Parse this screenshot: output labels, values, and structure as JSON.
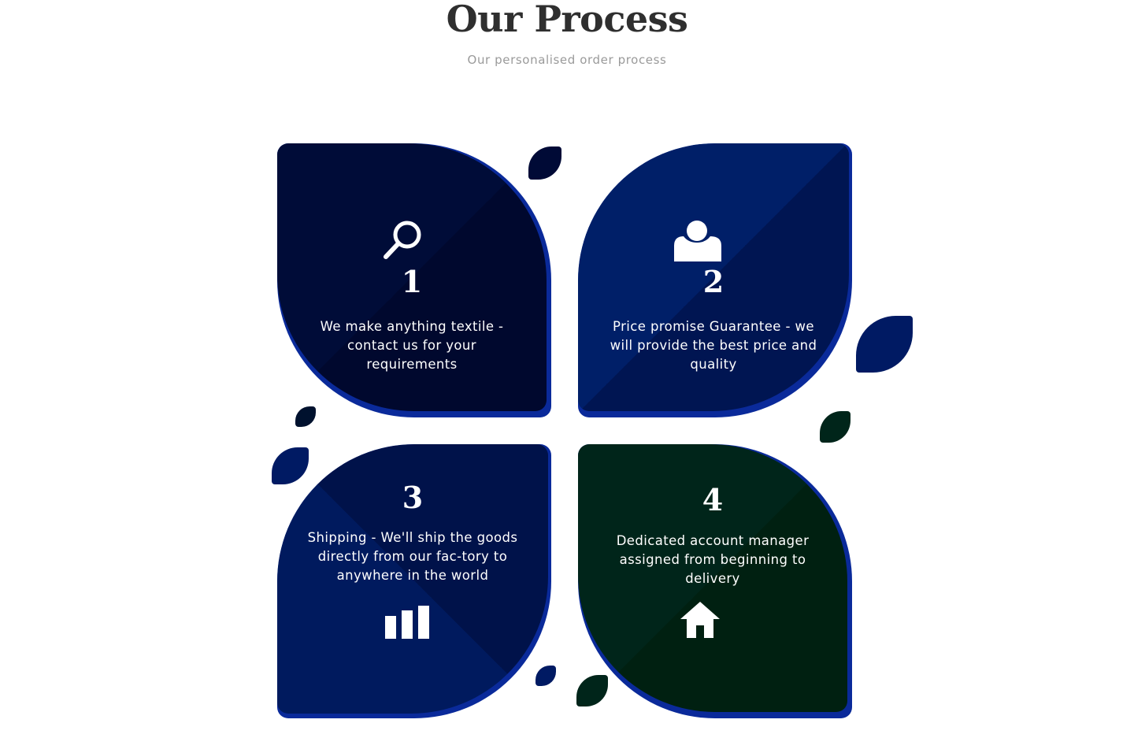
{
  "header": {
    "title": "Our Process",
    "subtitle": "Our personalised order process"
  },
  "colors": {
    "title": "#2f2f2f",
    "subtitle": "#9a9a9a",
    "navy_dark": "#000a36",
    "navy": "#001a63",
    "navy_edge": "#0a2a9a",
    "green_dark": "#00200f",
    "green": "#002519"
  },
  "steps": [
    {
      "number": "1",
      "icon": "search-icon",
      "description": "We make anything textile - contact us for your requirements"
    },
    {
      "number": "2",
      "icon": "user-icon",
      "description": "Price promise Guarantee - we will provide the best price and quality"
    },
    {
      "number": "3",
      "icon": "bar-chart-icon",
      "description": "Shipping - We'll ship the goods directly from our fac-tory to anywhere in the world"
    },
    {
      "number": "4",
      "icon": "home-icon",
      "description": "Dedicated account manager assigned from beginning to delivery"
    }
  ]
}
